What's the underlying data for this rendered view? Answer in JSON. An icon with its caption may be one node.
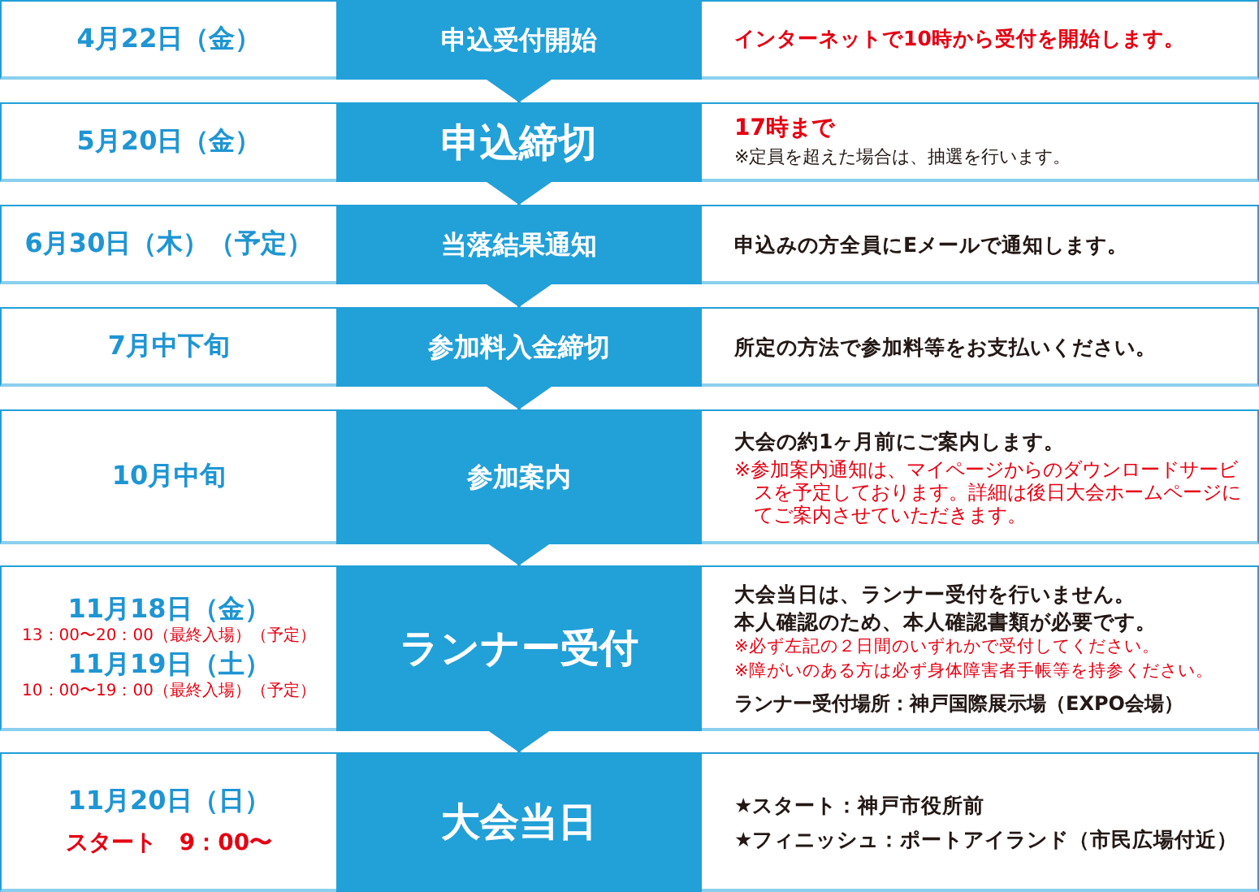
{
  "diagram": {
    "nodes": [
      {
        "text": [
          "4月22日（金）"
        ]
      },
      {
        "text": [
          "申込受付開始"
        ]
      },
      {
        "text": [
          "インターネットで10時から受付を開始します。"
        ]
      },
      {
        "text": [
          "5月20日（金）"
        ]
      },
      {
        "text": [
          "申込締切"
        ]
      },
      {
        "text": [
          "17時まで",
          "※定員を超えた場合は、抽選を行います。"
        ]
      },
      {
        "text": [
          "6月30日（木）（予定）"
        ]
      },
      {
        "text": [
          "当落結果通知"
        ]
      },
      {
        "text": [
          "申込みの方全員にEメールで通知します。"
        ]
      },
      {
        "text": [
          "7月中下旬"
        ]
      },
      {
        "text": [
          "参加料入金締切"
        ]
      },
      {
        "text": [
          "所定の方法で参加料等をお支払いください。"
        ]
      },
      {
        "text": [
          "10月中旬"
        ]
      },
      {
        "text": [
          "参加案内"
        ]
      },
      {
        "text": [
          "大会の約1ヶ月前にご案内します。",
          "※参加案内通知は、マイページからのダウンロードサービスを予定しております。詳細は後日大会ホームページにてご案内させていただきます。"
        ]
      },
      {
        "text": [
          "11月18日（金）",
          "13：00〜20：00（最終入場）（予定）",
          "11月19日（土）",
          "10：00〜19：00（最終入場）（予定）"
        ]
      },
      {
        "text": [
          "ランナー受付"
        ]
      },
      {
        "text": [
          "大会当日は、ランナー受付を行いません。",
          "本人確認のため、本人確認書類が必要です。",
          "※必ず左記の２日間のいずれかで受付してください。",
          "※障がいのある方は必ず身体障害者手帳等を持参ください。",
          "ランナー受付場所：神戸国際展示場（EXPO会場）"
        ]
      },
      {
        "text": [
          "11月20日（日）",
          "スタート　9：00〜"
        ]
      },
      {
        "text": [
          "大会当日"
        ]
      },
      {
        "text": [
          "★スタート：神戸市役所前",
          "★フィニッシュ：ポートアイランド（市民広場付近）"
        ]
      }
    ],
    "edges": [
      {
        "from": 1,
        "to": 4,
        "arrow": "to"
      },
      {
        "from": 4,
        "to": 7,
        "arrow": "to"
      },
      {
        "from": 7,
        "to": 10,
        "arrow": "to"
      },
      {
        "from": 10,
        "to": 13,
        "arrow": "to"
      },
      {
        "from": 13,
        "to": 16,
        "arrow": "to"
      },
      {
        "from": 16,
        "to": 19,
        "arrow": "to"
      }
    ]
  }
}
